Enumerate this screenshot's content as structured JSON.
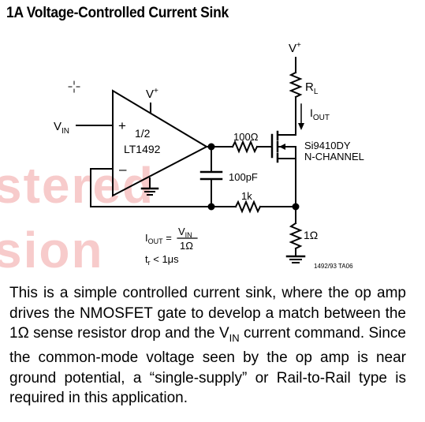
{
  "title": "1A Voltage-Controlled Current Sink",
  "watermark": {
    "line1": "stered",
    "line2": "sion"
  },
  "circuit": {
    "vplus_opamp": "V",
    "vplus_top": "V",
    "vplus_sup": "+",
    "opamp_part_line1": "1/2",
    "opamp_part_line2": "LT1492",
    "opamp_plus": "+",
    "opamp_minus": "–",
    "vin_label": "V",
    "vin_sub": "IN",
    "r_gate": "100Ω",
    "c_comp": "100pF",
    "r_fb": "1k",
    "rl_label": "R",
    "rl_sub": "L",
    "iout_label": "I",
    "iout_sub": "OUT",
    "mosfet_line1": "Si9410DY",
    "mosfet_line2": "N-CHANNEL",
    "r_sense": "1Ω",
    "eq_lhs": "I",
    "eq_lhs_sub": "OUT",
    "eq_equals": " = ",
    "eq_num": "V",
    "eq_num_sub": "IN",
    "eq_den": "1Ω",
    "tr_label": "t",
    "tr_sub": "r",
    "tr_value": " < 1μs",
    "figure_id": "1492/93 TA06"
  },
  "description": {
    "part1": "This is a simple controlled current sink, where the op amp drives the NMOSFET gate to develop a match between the 1",
    "omega": "Ω",
    "part2": " sense resistor drop and the V",
    "vin_sub": "IN",
    "part3": " current command. Since the common-mode voltage seen by the op amp is near ground potential, a “single-supply” or Rail-to-Rail type is required in this application."
  },
  "colors": {
    "watermark": "#f2a1a1",
    "line": "#000000"
  }
}
